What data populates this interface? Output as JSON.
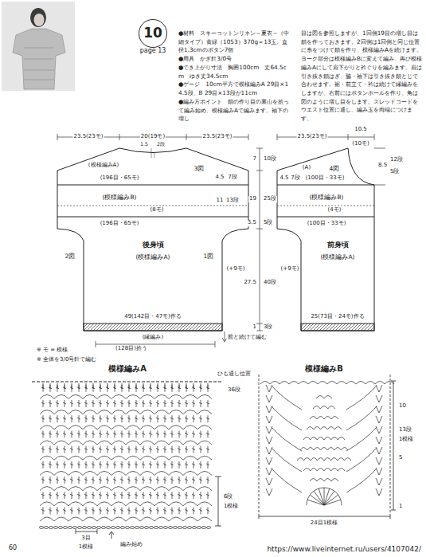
{
  "diagram": {
    "nodes": [
      {
        "text": [
          "10"
        ]
      }
    ],
    "labels": [
      "page 13",
      "●材料　スキーコットンリネン～夏衣～（中細タイプ）黄緑（1053）370g＝13玉。直径1.3cmのボタン7個",
      "●用具　かぎ針3/0号",
      "●でき上がり寸法　胸囲100cm　丈64.5cm　ゆき丈34.5cm",
      "●ゲージ　10cm平方で模様編みA 29目×14.5段、B 29目×13段が11cm",
      "●編み方ポイント　鎖の作り目の裏山を拾って編み始め、模様編みAで編みます。袖下の増し",
      "目は図を参照しますが、1回側19目の増し目は鎖を作っておきます。2回側は1回側と同じ位置に糸をつけて鎖を作り、模様編みAを続けます。ヨーク部分は模様編みBに変えて編み、再び模様編みAにして肩下がりと衿ぐりを編みます。肩は引き抜き鎖はぎ、脇・袖下は引き抜き鎖とじで合わせます。裾・前立て・衿は続けて縁編みをしますが、右前にはボタンホールを作り、角は図のように増し目をします。スレッドコードをウエスト位置に通し、編み玉を両端につけます。",
      "23.5(23モ)",
      "20(19モ)",
      "23.5(23モ)",
      "1.5",
      "2段",
      "(模様編みA)",
      "3図",
      "4.5",
      "7段",
      "7",
      "10段",
      "(196目・65モ)",
      "(模様編みB)",
      "11",
      "13段",
      "19",
      "25段",
      "(8モ)",
      "(196目・65モ)",
      "3.5",
      "5段",
      "2図",
      "後身頃",
      "(模様編みA)",
      "1図",
      "(+9モ)",
      "27.5",
      "40段",
      "1",
      "3段",
      "49(142目・47モ)作る",
      "(縁編み)",
      "前と続けて編む",
      "(128目)拾う",
      "※ モ = 模様",
      "※ 全体を3/0号針で編む",
      "23.5(23モ)",
      "10.5",
      "(10モ)",
      "8.5",
      "12段",
      "5段",
      "(A)",
      "4図",
      "4.5",
      "7段",
      "(100目・33モ)",
      "(模様編みB)",
      "(4モ)",
      "(100目・33モ)",
      "(+9モ)",
      "前身頃",
      "(模様編みA)",
      "25(73目・24モ)作る",
      "模様編みA",
      "ひも通し位置",
      "36段",
      "6段",
      "1模様",
      "3目",
      "1模様",
      "編み始め",
      "模様編みB",
      "13段",
      "1模様",
      "24目1模様",
      "10",
      "5",
      "1",
      "60",
      "https://www.liveinternet.ru/users/4107042/"
    ]
  }
}
